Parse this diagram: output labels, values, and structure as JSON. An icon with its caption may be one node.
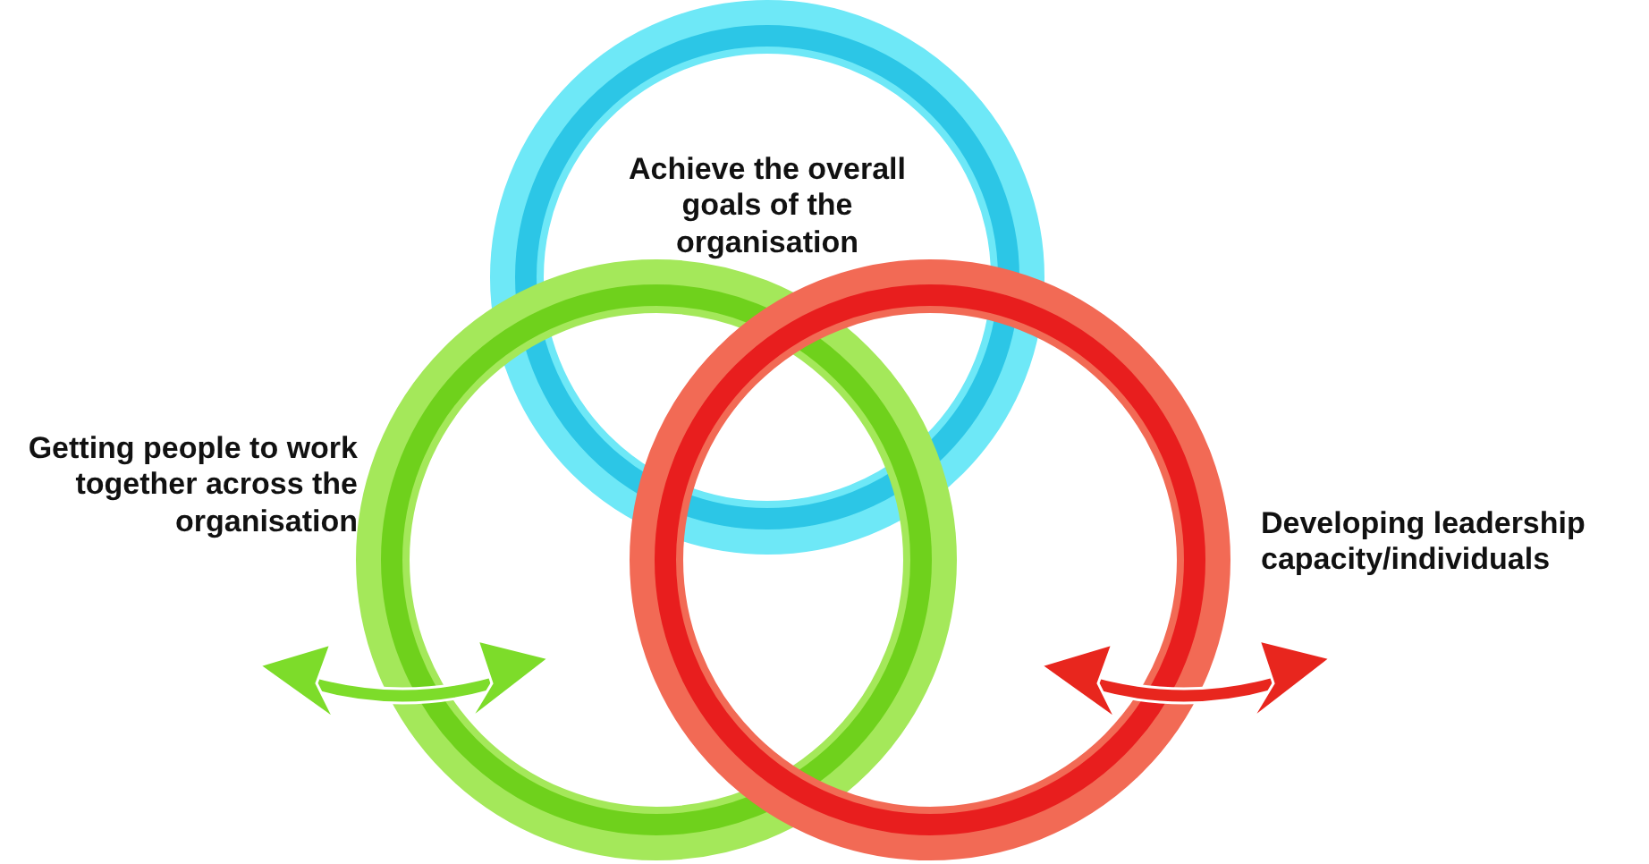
{
  "diagram": {
    "nodes": [
      {
        "text": [
          "Achieve the overall goals of the organisation"
        ]
      },
      {
        "text": [
          "Getting people to work together across the organisation"
        ]
      },
      {
        "text": [
          "Developing leadership capacity/individuals"
        ]
      }
    ]
  }
}
